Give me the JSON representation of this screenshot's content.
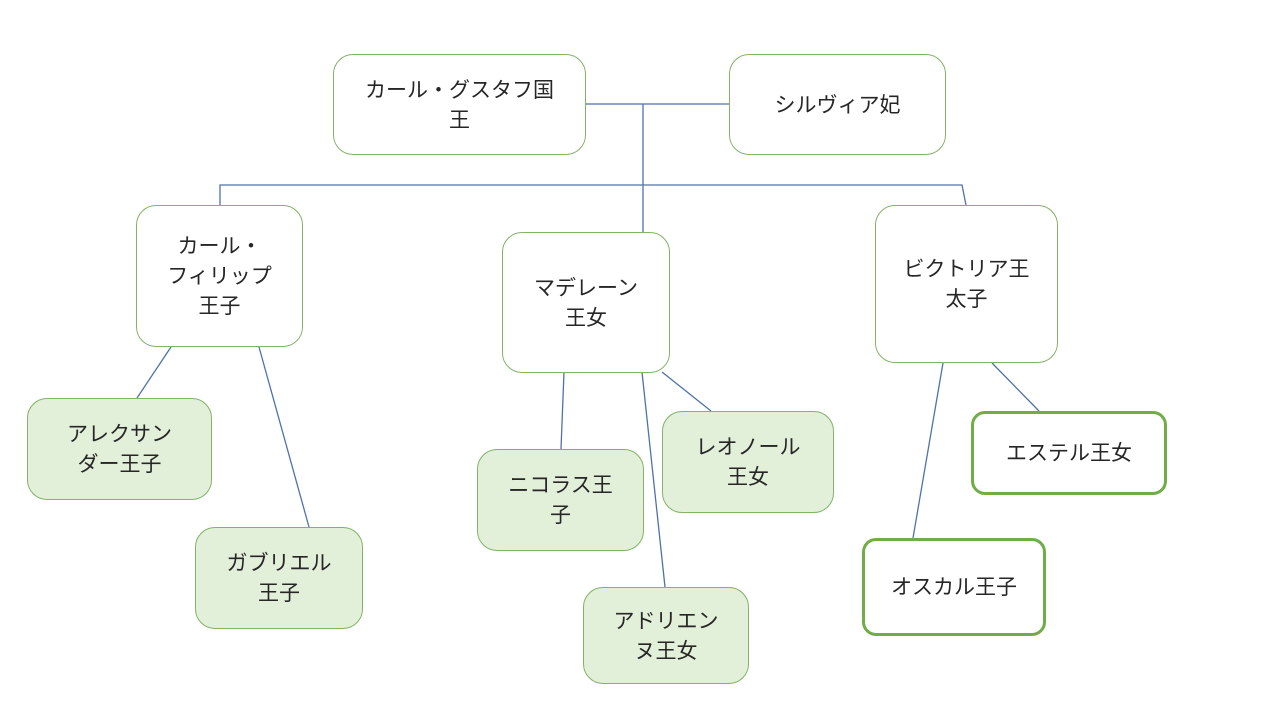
{
  "nodes": {
    "king": "カール・グスタフ国\n王",
    "queen": "シルヴィア妃",
    "carl_philip": "カール・\nフィリップ\n王子",
    "madeleine": "マデレーン\n王女",
    "victoria": "ビクトリア王\n太子",
    "alexander": "アレクサン\nダー王子",
    "gabriel": "ガブリエル\n王子",
    "nicolas": "ニコラス王\n子",
    "leonore": "レオノール\n王女",
    "adrienne": "アドリエン\nヌ王女",
    "estelle": "エステル王女",
    "oscar": "オスカル王子"
  },
  "colors": {
    "line": "#4f72a8",
    "node_border": "#82b366",
    "child_fill": "#e2efd9",
    "bold_border": "#70ad47"
  }
}
